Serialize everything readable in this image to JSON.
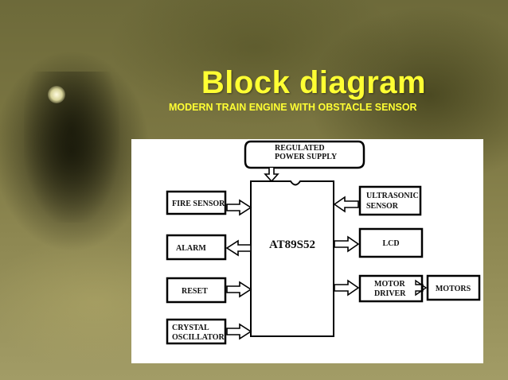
{
  "slide": {
    "title": "Block diagram",
    "subtitle": "MODERN TRAIN ENGINE WITH OBSTACLE SENSOR"
  },
  "diagram": {
    "mcu": "AT89S52",
    "power_supply": [
      "REGULATED",
      "POWER SUPPLY"
    ],
    "fire_sensor": "FIRE SENSOR",
    "alarm": "ALARM",
    "reset": "RESET",
    "crystal": [
      "CRYSTAL",
      "OSCILLATOR"
    ],
    "ultrasonic": [
      "ULTRASONIC",
      "SENSOR"
    ],
    "lcd": "LCD",
    "motor_driver": [
      "MOTOR",
      "DRIVER"
    ],
    "motors": "MOTORS"
  }
}
